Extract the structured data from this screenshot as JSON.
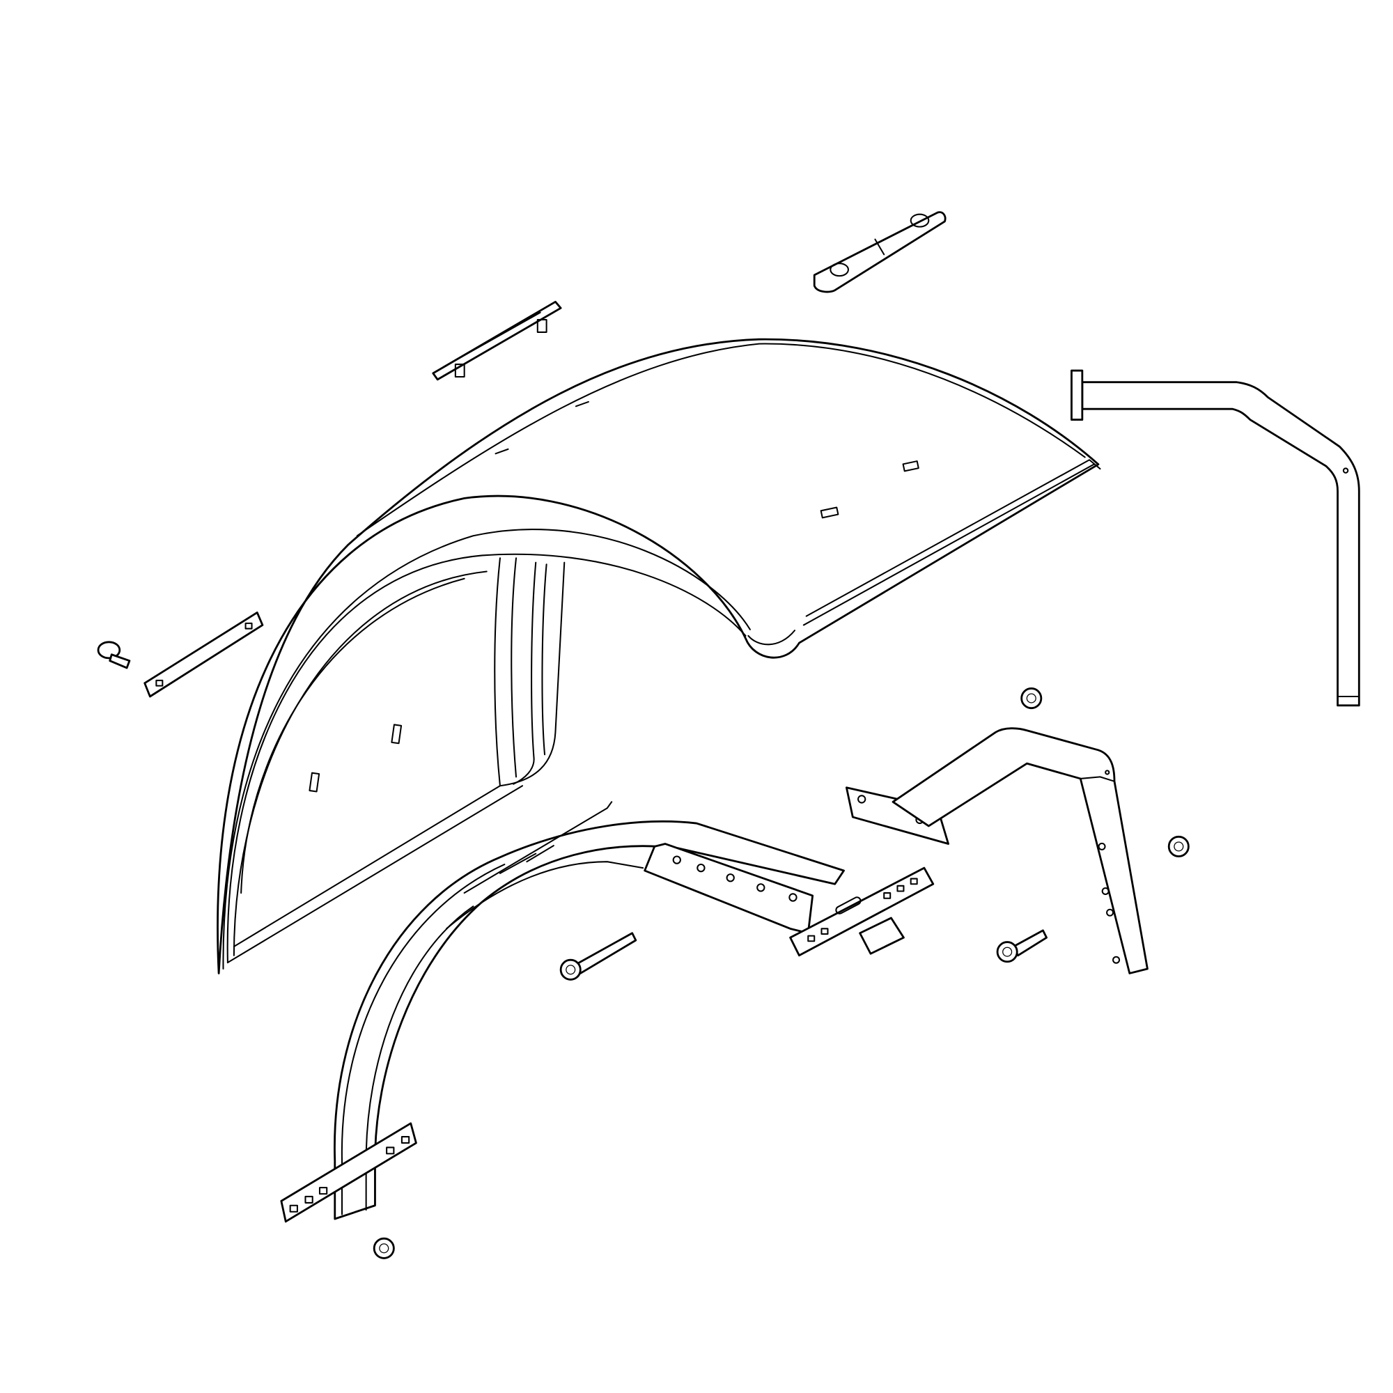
{
  "diagram": {
    "type": "exploded parts line drawing",
    "colors": {
      "line": "#000000",
      "background": "#ffffff"
    },
    "parts": [
      "fender-shell",
      "fender-support-arch",
      "mounting-bracket",
      "tube-stay",
      "upright-stay",
      "reflector",
      "clip",
      "strap-plate",
      "bolts",
      "nuts"
    ]
  }
}
